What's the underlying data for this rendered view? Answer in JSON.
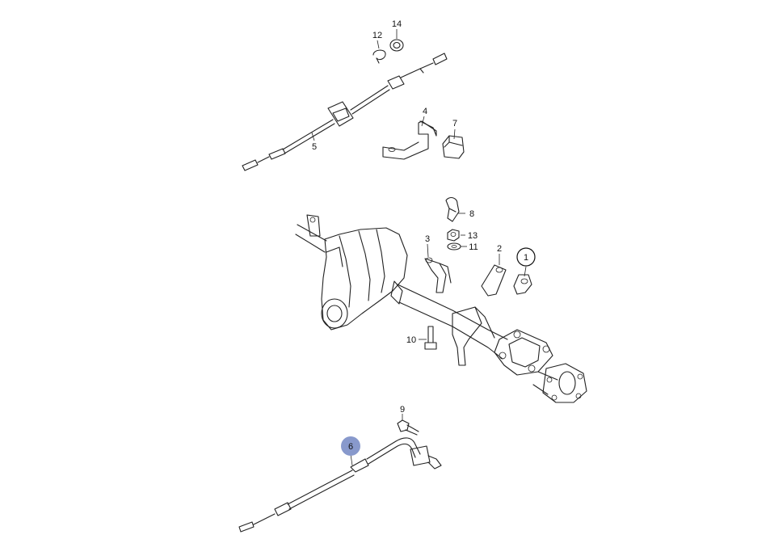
{
  "diagram": {
    "callouts": [
      {
        "id": "c1",
        "label": "1"
      },
      {
        "id": "c2",
        "label": "2"
      },
      {
        "id": "c3",
        "label": "3"
      },
      {
        "id": "c4",
        "label": "4"
      },
      {
        "id": "c5",
        "label": "5"
      },
      {
        "id": "c6",
        "label": "6"
      },
      {
        "id": "c7",
        "label": "7"
      },
      {
        "id": "c8",
        "label": "8"
      },
      {
        "id": "c9",
        "label": "9"
      },
      {
        "id": "c10",
        "label": "10"
      },
      {
        "id": "c11",
        "label": "11"
      },
      {
        "id": "c12",
        "label": "12"
      },
      {
        "id": "c13",
        "label": "13"
      },
      {
        "id": "c14",
        "label": "14"
      }
    ],
    "highlight_color": "#8899cc",
    "selected_callout": "6",
    "circled_callout": "1"
  }
}
